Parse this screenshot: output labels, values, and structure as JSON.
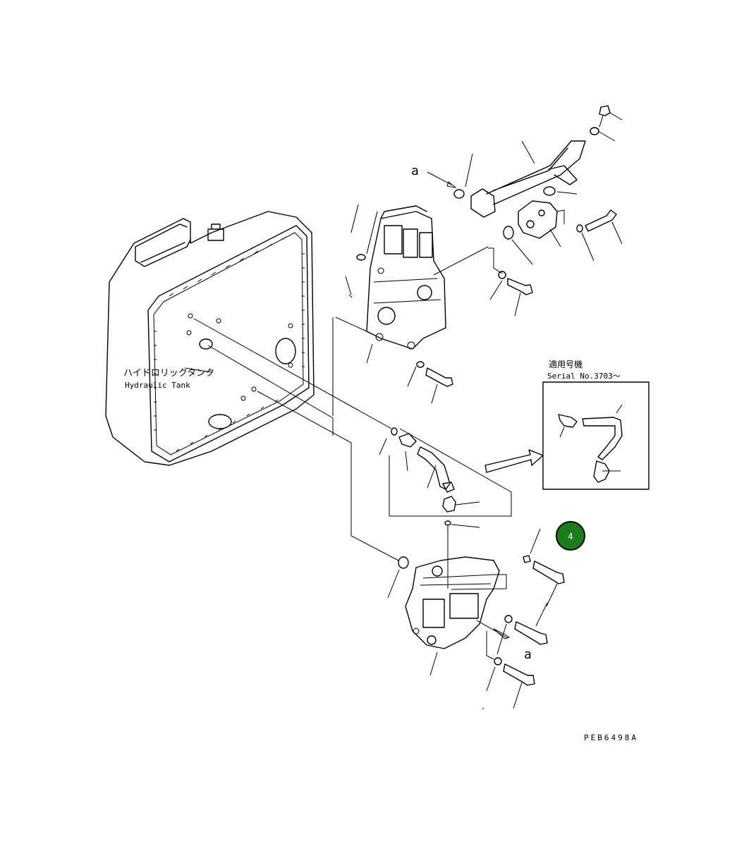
{
  "tank_label_jp": "ハイドロリックタンク",
  "tank_label_en": "Hydraulic Tank",
  "serial_jp": "適用号機",
  "serial_en": "Serial No.3703～",
  "ref_letter": "a",
  "callout_number": "4",
  "drawing_number": "PEB6498A",
  "colors": {
    "callout_fill": "#1a7f1a",
    "callout_ring": "#000000",
    "line": "#000000"
  }
}
